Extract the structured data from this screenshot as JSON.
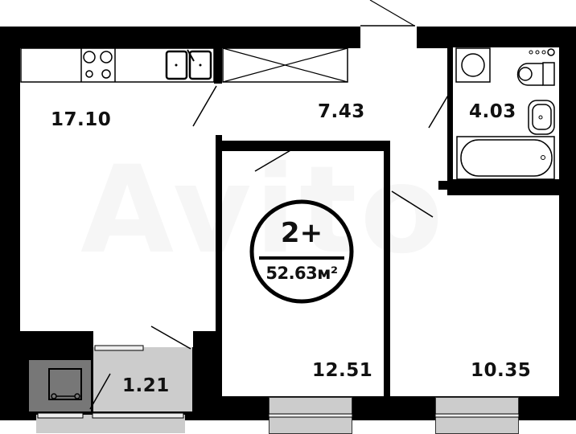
{
  "plan": {
    "rooms": [
      {
        "id": "kitchen-living",
        "area": "17.10"
      },
      {
        "id": "hallway",
        "area": "7.43"
      },
      {
        "id": "bathroom",
        "area": "4.03"
      },
      {
        "id": "bedroom-1",
        "area": "12.51"
      },
      {
        "id": "bedroom-2",
        "area": "10.35"
      },
      {
        "id": "balcony",
        "area": "1.21"
      }
    ],
    "badge": {
      "rooms": "2+",
      "total_area": "52.63м²"
    },
    "watermark": "Avito",
    "colors": {
      "wall": "#000000",
      "floor": "#ffffff",
      "balcony": "#cccccc",
      "utility": "#777777"
    }
  }
}
